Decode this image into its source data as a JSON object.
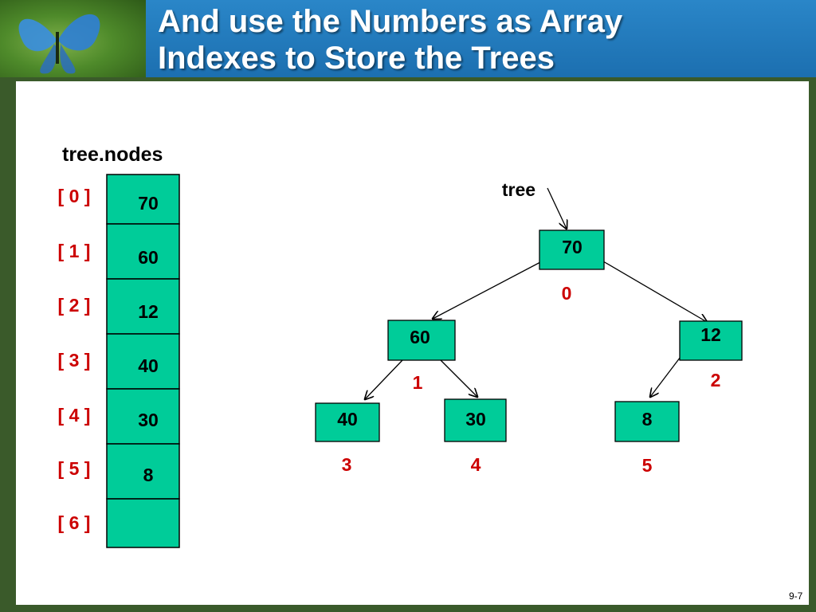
{
  "title": {
    "line1": "And use the Numbers as Array",
    "line2": "Indexes to Store the Trees"
  },
  "array": {
    "label": "tree.nodes",
    "indices": [
      "[ 0 ]",
      "[ 1 ]",
      "[ 2 ]",
      "[ 3 ]",
      "[ 4 ]",
      "[ 5 ]",
      "[ 6 ]"
    ],
    "values": [
      "70",
      "60",
      "12",
      "40",
      "30",
      "8",
      ""
    ]
  },
  "tree": {
    "pointer_label": "tree",
    "nodes": [
      {
        "value": "70",
        "index": "0"
      },
      {
        "value": "60",
        "index": "1"
      },
      {
        "value": "12",
        "index": "2"
      },
      {
        "value": "40",
        "index": "3"
      },
      {
        "value": "30",
        "index": "4"
      },
      {
        "value": "8",
        "index": "5"
      }
    ],
    "edges": [
      [
        0,
        1
      ],
      [
        0,
        2
      ],
      [
        1,
        3
      ],
      [
        1,
        4
      ],
      [
        2,
        5
      ]
    ]
  },
  "footer": {
    "slide_number": "9-7"
  },
  "colors": {
    "cell_fill": "#00cc99",
    "index_red": "#cc0000",
    "title_bar": "#1f75b8"
  }
}
